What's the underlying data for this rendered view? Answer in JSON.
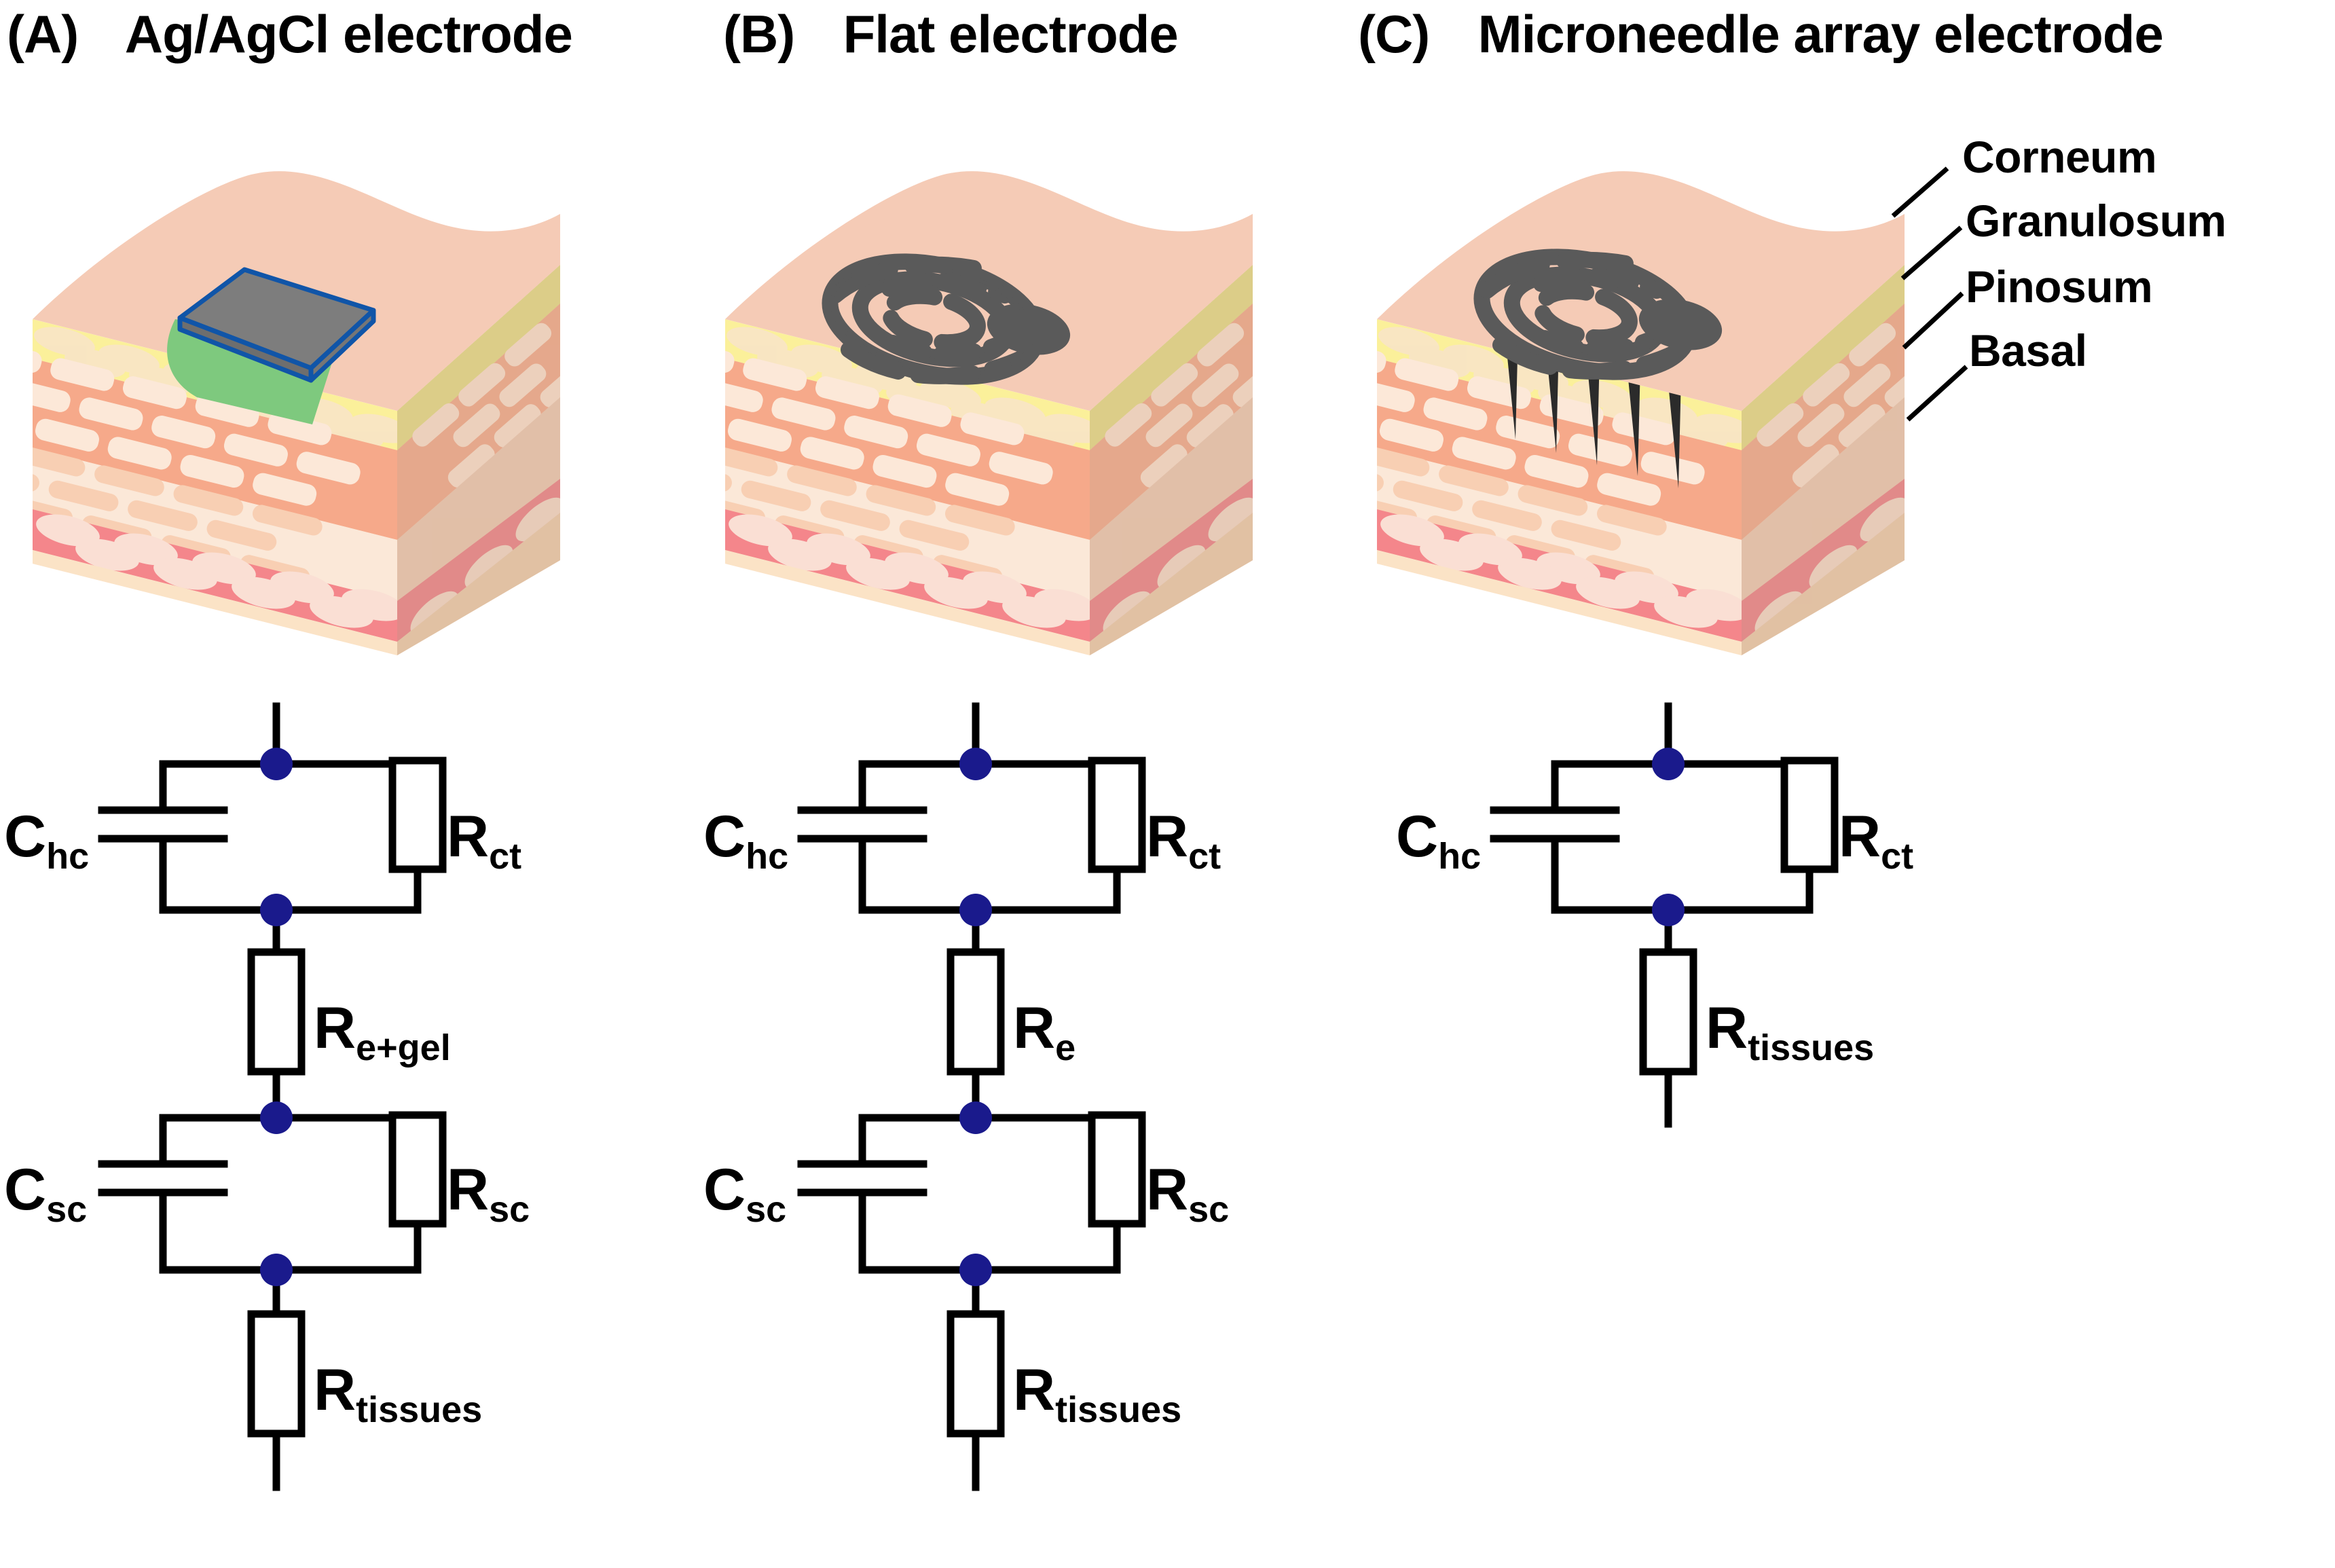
{
  "figure": {
    "panels": [
      {
        "tag": "(A)",
        "title": "Ag/AgCl electrode"
      },
      {
        "tag": "(B)",
        "title": "Flat electrode"
      },
      {
        "tag": "(C)",
        "title": "Microneedle array electrode"
      }
    ]
  },
  "skin_layer_labels": [
    {
      "name": "Corneum"
    },
    {
      "name": "Granulosum"
    },
    {
      "name": "Pinosum"
    },
    {
      "name": "Basal"
    }
  ],
  "circuits": {
    "a": {
      "cap_top": "C",
      "cap_top_sub": "hc",
      "res_top": "R",
      "res_top_sub": "ct",
      "res_mid": "R",
      "res_mid_sub": "e+gel",
      "cap_bot": "C",
      "cap_bot_sub": "sc",
      "res_bot": "R",
      "res_bot_sub": "sc",
      "res_end": "R",
      "res_end_sub": "tissues"
    },
    "b": {
      "cap_top": "C",
      "cap_top_sub": "hc",
      "res_top": "R",
      "res_top_sub": "ct",
      "res_mid": "R",
      "res_mid_sub": "e",
      "cap_bot": "C",
      "cap_bot_sub": "sc",
      "res_bot": "R",
      "res_bot_sub": "sc",
      "res_end": "R",
      "res_end_sub": "tissues"
    },
    "c": {
      "cap_top": "C",
      "cap_top_sub": "hc",
      "res_top": "R",
      "res_top_sub": "ct",
      "res_end": "R",
      "res_end_sub": "tissues"
    }
  },
  "colors": {
    "node": "#1a1a8c",
    "wire": "#000000",
    "electrode_gray": "#7d7d7d",
    "electrode_outline": "#1055a8",
    "gel_green": "#7ec97e",
    "serpentine": "#5a5a5a",
    "skin_top": "#f5cbb6",
    "corneum": "#fbf09a",
    "granulosum": "#fae2d2",
    "pinosum": "#fbe8d8",
    "basal_vessel": "#f4868b",
    "bottom": "#fbe3c6"
  },
  "icons": {
    "electrode": "ag-agcl-electrode-icon",
    "gel": "conductive-gel-icon",
    "flat": "flat-serpentine-electrode-icon",
    "needles": "microneedle-array-icon"
  }
}
